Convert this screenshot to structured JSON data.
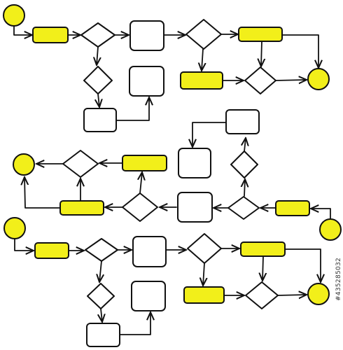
{
  "diagram": {
    "type": "flowchart",
    "style": "hand-drawn",
    "highlight_color": "#f2ef1a",
    "stroke_color": "#111111",
    "node_shapes": [
      "circle",
      "highlighted-rectangle",
      "rectangle",
      "diamond"
    ]
  },
  "watermark": {
    "text": "#435285032"
  }
}
